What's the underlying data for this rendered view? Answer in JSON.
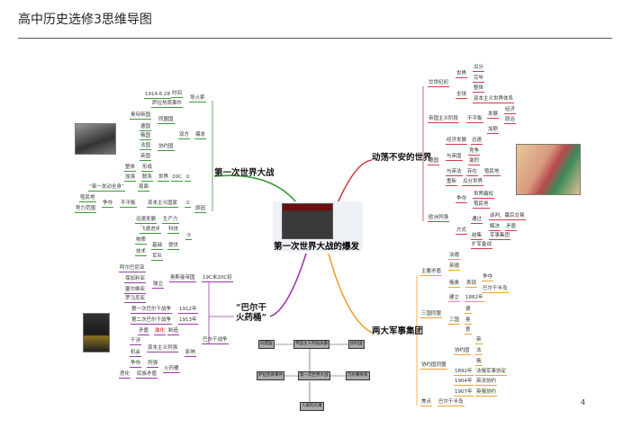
{
  "header": {
    "title": "高中历史选修3思维导图"
  },
  "page_number": "4",
  "center": {
    "title": "第一次世界大战的爆发"
  },
  "colors": {
    "green": "#3a9a3a",
    "red": "#d33a4a",
    "purple": "#9a3aa8",
    "orange": "#f0a030"
  },
  "branches": {
    "green": {
      "title": "第一次世界大战",
      "nodes": [
        "1914.6.28",
        "时间",
        "导火索",
        "萨拉热窝事件",
        "奥匈帝国",
        "同盟国",
        "德国",
        "双方",
        "爆发",
        "俄国",
        "法国",
        "协约国",
        "英国",
        "整体",
        "形成",
        "加强",
        "联系",
        "世界",
        "20C",
        "①",
        "“牵一发动全身”",
        "局面",
        "殖民地",
        "争夺",
        "不平衡",
        "资本主义国家",
        "②",
        "原因",
        "势力范围",
        "迅速发展",
        "生产力",
        "飞速进步",
        "科技",
        "③",
        "物质",
        "基础",
        "提供",
        "技术",
        "军队"
      ]
    },
    "purple": {
      "title_l1": "“巴尔干",
      "title_l2": "火药桶”",
      "nodes": [
        "阿尔巴尼亚",
        "保加利亚",
        "独立",
        "奥斯曼帝国",
        "19C末20C初",
        "塞尔维亚",
        "罗马尼亚",
        "第一次巴尔干战争",
        "1912年",
        "第二次巴尔干战争",
        "1913年",
        "矛盾",
        "激化",
        "制造",
        "巴尔干战争",
        "干涉",
        "影响",
        "资本主义列强",
        "机会",
        "争夺",
        "列强",
        "火药桶",
        "恶化",
        "民族矛盾"
      ]
    },
    "red": {
      "title": "动荡不安的世界",
      "nodes": [
        "廿世纪初",
        "世界",
        "瓜分",
        "完毕",
        "全球",
        "整体",
        "资本主义世界体系",
        "帝国主义阶段",
        "不平衡",
        "发展",
        "经济",
        "政治",
        "加剧",
        "德国",
        "经济发展",
        "迅速",
        "与英国",
        "竞争",
        "激烈",
        "与英法",
        "存在",
        "殖民地",
        "重新",
        "瓜分世界",
        "欧洲列强",
        "争夺",
        "世界霸权",
        "殖民地",
        "方式",
        "通过",
        "谈判、幕后交易",
        "解决",
        "矛盾",
        "结集",
        "军事集团",
        "扩军备战"
      ]
    },
    "orange": {
      "title": "两大军事集团",
      "nodes": [
        "法德",
        "英德",
        "主要矛盾",
        "俄奥",
        "表现",
        "争夺",
        "巴尔干半岛",
        "建立",
        "1882年",
        "三国同盟",
        "三国",
        "德",
        "奥",
        "意",
        "协约国",
        "英",
        "法",
        "俄",
        "协约国同盟",
        "1892年",
        "法俄军事协定",
        "1904年",
        "英法协约",
        "1907年",
        "英俄协约",
        "焦点",
        "巴尔干半岛"
      ]
    }
  },
  "flowchart": {
    "allies": "同盟国",
    "rivalry": "帝国主义列强争霸",
    "entente": "协约国",
    "sarajevo": "萨拉热窝事件",
    "ww1": "第一次世界大战",
    "versailles": "凡尔赛体系",
    "disaster": "人类的灾难"
  }
}
